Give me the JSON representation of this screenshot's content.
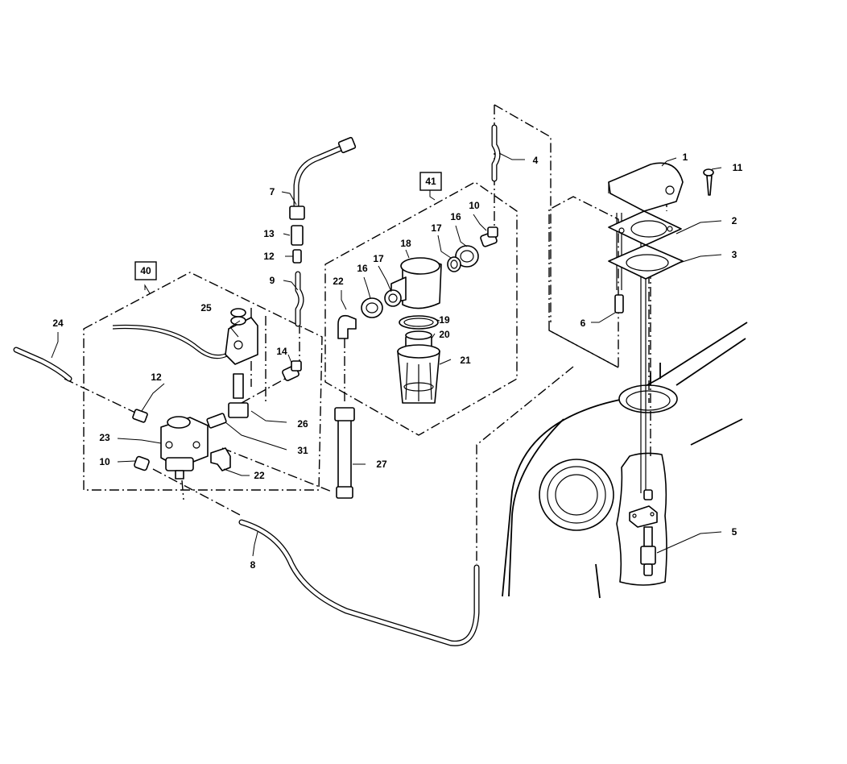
{
  "callouts": {
    "c1": "1",
    "c2": "2",
    "c3": "3",
    "c4": "4",
    "c5": "5",
    "c6": "6",
    "c7": "7",
    "c8": "8",
    "c9": "9",
    "c10a": "10",
    "c10b": "10",
    "c11": "11",
    "c12a": "12",
    "c12b": "12",
    "c13": "13",
    "c14": "14",
    "c16a": "16",
    "c16b": "16",
    "c17a": "17",
    "c17b": "17",
    "c18": "18",
    "c19": "19",
    "c20": "20",
    "c21": "21",
    "c22a": "22",
    "c22b": "22",
    "c23": "23",
    "c24": "24",
    "c25": "25",
    "c26": "26",
    "c27": "27",
    "c31": "31"
  },
  "assemblies": {
    "a40": "40",
    "a41": "41"
  }
}
